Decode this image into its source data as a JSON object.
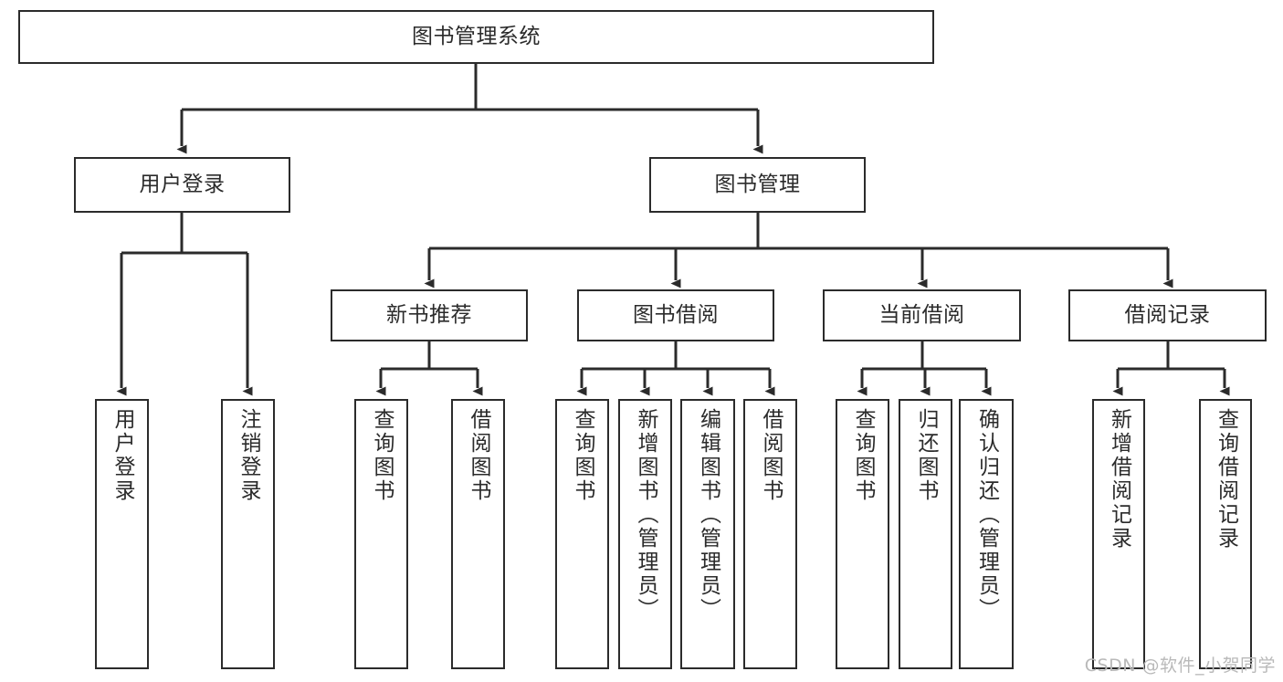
{
  "diagram": {
    "title": "图书管理系统",
    "watermark": "CSDN @软件_小贺同学",
    "colors": {
      "stroke": "#2b2b2b",
      "fill": "#ffffff",
      "text": "#2b2b2b",
      "watermark": "#b9b9b9",
      "background": "#ffffff"
    },
    "root": {
      "label": "图书管理系统"
    },
    "level1": [
      {
        "label": "用户登录"
      },
      {
        "label": "图书管理"
      }
    ],
    "level2": [
      {
        "label": "新书推荐"
      },
      {
        "label": "图书借阅"
      },
      {
        "label": "当前借阅"
      },
      {
        "label": "借阅记录"
      }
    ],
    "leaves": {
      "user_login": [
        {
          "label": "用户登录"
        },
        {
          "label": "注销登录"
        }
      ],
      "new_book_recommend": [
        {
          "label": "查询图书"
        },
        {
          "label": "借阅图书"
        }
      ],
      "book_borrow": [
        {
          "label": "查询图书"
        },
        {
          "label": "新增图书（管理员）"
        },
        {
          "label": "编辑图书（管理员）"
        },
        {
          "label": "借阅图书"
        }
      ],
      "current_borrow": [
        {
          "label": "查询图书"
        },
        {
          "label": "归还图书"
        },
        {
          "label": "确认归还（管理员）"
        }
      ],
      "borrow_record": [
        {
          "label": "新增借阅记录"
        },
        {
          "label": "查询借阅记录"
        }
      ]
    }
  }
}
